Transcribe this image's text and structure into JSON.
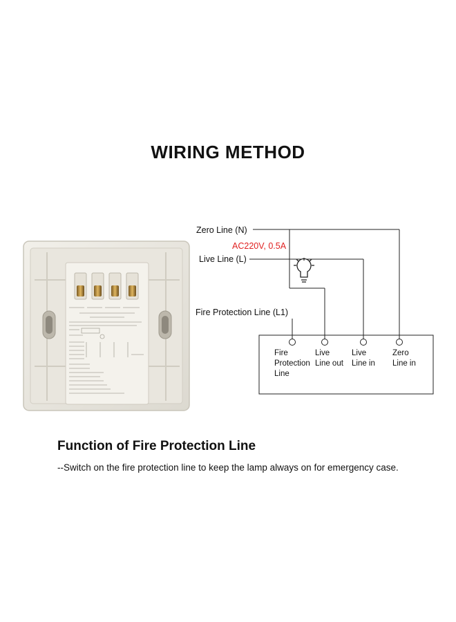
{
  "title": "WIRING METHOD",
  "diagram": {
    "zero_line_label": "Zero Line (N)",
    "voltage_label": "AC220V, 0.5A",
    "live_line_label": "Live Line (L)",
    "fire_line_label": "Fire Protection Line (L1)",
    "terminals": [
      {
        "lines": [
          "Fire",
          "Protection",
          "Line"
        ]
      },
      {
        "lines": [
          "Live",
          "Line out"
        ]
      },
      {
        "lines": [
          "Live",
          "Line in"
        ]
      },
      {
        "lines": [
          "Zero",
          "Line in"
        ]
      }
    ],
    "colors": {
      "voltage": "#e02020",
      "wire": "#222222"
    },
    "icons": [
      "lamp-icon"
    ]
  },
  "function_section": {
    "heading": "Function of Fire Protection Line",
    "text": "--Switch on the fire protection line to keep the lamp always on for emergency case."
  }
}
